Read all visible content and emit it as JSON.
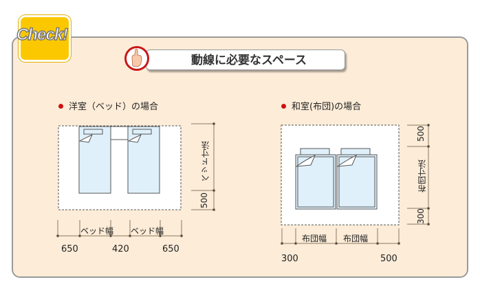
{
  "badge": "Check!",
  "title": "動線に必要なスペース",
  "colors": {
    "panel_bg": "#fcecd8",
    "accent_red": "#d01010",
    "badge_yellow": "#fbc800",
    "bed_fill": "#dff0fa"
  },
  "western": {
    "heading": "洋室（ベッド）の場合",
    "width_label": "ベッド幅",
    "length_label": "ベッド寸法",
    "dims_h": [
      "650",
      "420",
      "650"
    ],
    "dim_v": "500"
  },
  "japanese": {
    "heading": "和室(布団)の場合",
    "width_label": "布団幅",
    "length_label": "布団寸法",
    "dims_h": [
      "300",
      "500"
    ],
    "dims_v": [
      "500",
      "300"
    ]
  }
}
